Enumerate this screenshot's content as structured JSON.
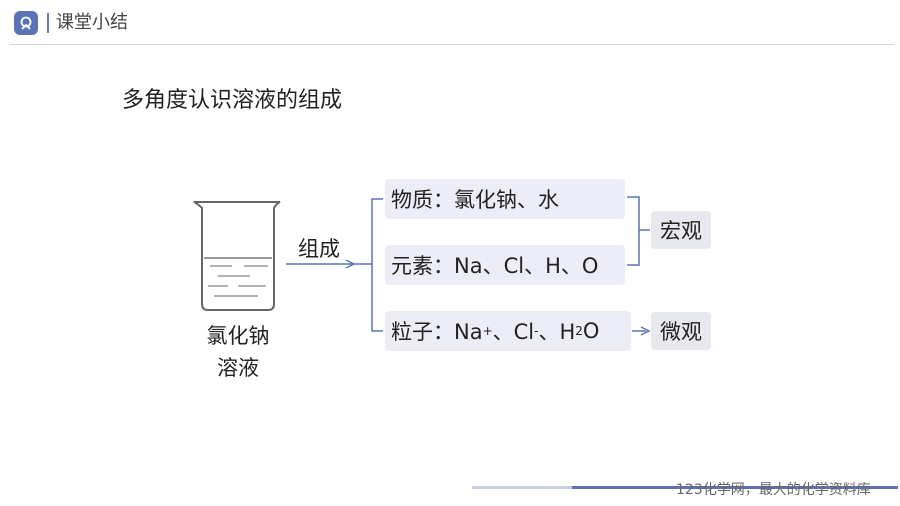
{
  "header": {
    "section_title": "课堂小结"
  },
  "slide": {
    "title": "多角度认识溶液的组成",
    "solution": {
      "line1": "氯化钠",
      "line2": "溶液"
    },
    "edge_label": "组成",
    "items": [
      {
        "label": "物质：氯化钠、水"
      },
      {
        "label": "元素：Na、Cl、H、O"
      },
      {
        "prefix": "粒子：Na",
        "sup1": "+",
        "mid1": "、Cl",
        "sup2": "-",
        "mid2": "、H",
        "sub1": "2",
        "end": "O"
      }
    ],
    "macro_label": "宏观",
    "micro_label": "微观"
  },
  "footer": {
    "text": "123化学网，最大的化学资料库"
  },
  "colors": {
    "accent": "#5b73b4",
    "box_bg": "#ecedf6",
    "connector": "#5b73b4"
  }
}
